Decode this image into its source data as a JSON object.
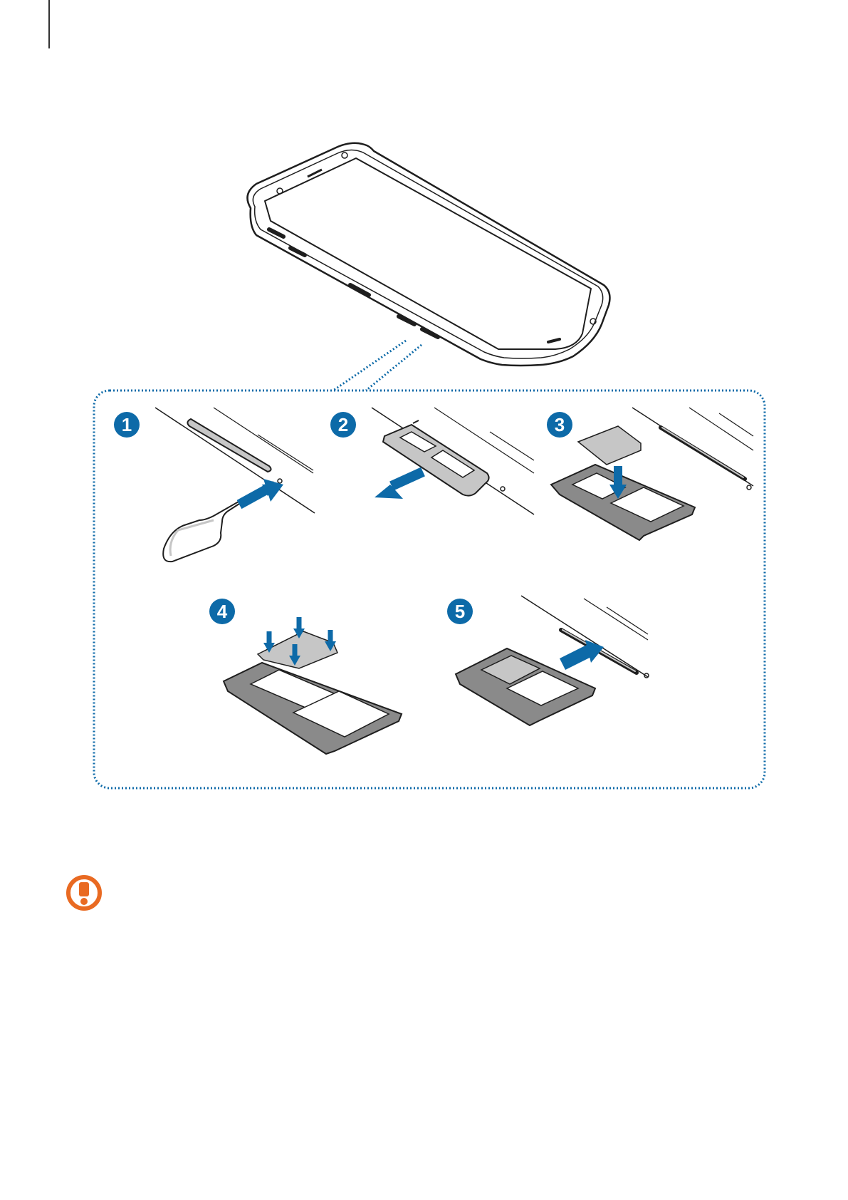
{
  "colors": {
    "accent": "#0d6aa8",
    "frame": "#1e1e1e",
    "tray_gray": "#8a8a8a",
    "sim_gray": "#c6c6c6",
    "caution": "#e96a22"
  },
  "steps": [
    {
      "number": "1"
    },
    {
      "number": "2"
    },
    {
      "number": "3"
    },
    {
      "number": "4"
    },
    {
      "number": "5"
    }
  ],
  "icons": {
    "caution": "caution-icon",
    "arrow": "arrow-icon",
    "ejection_pin": "ejection-pin-icon"
  }
}
